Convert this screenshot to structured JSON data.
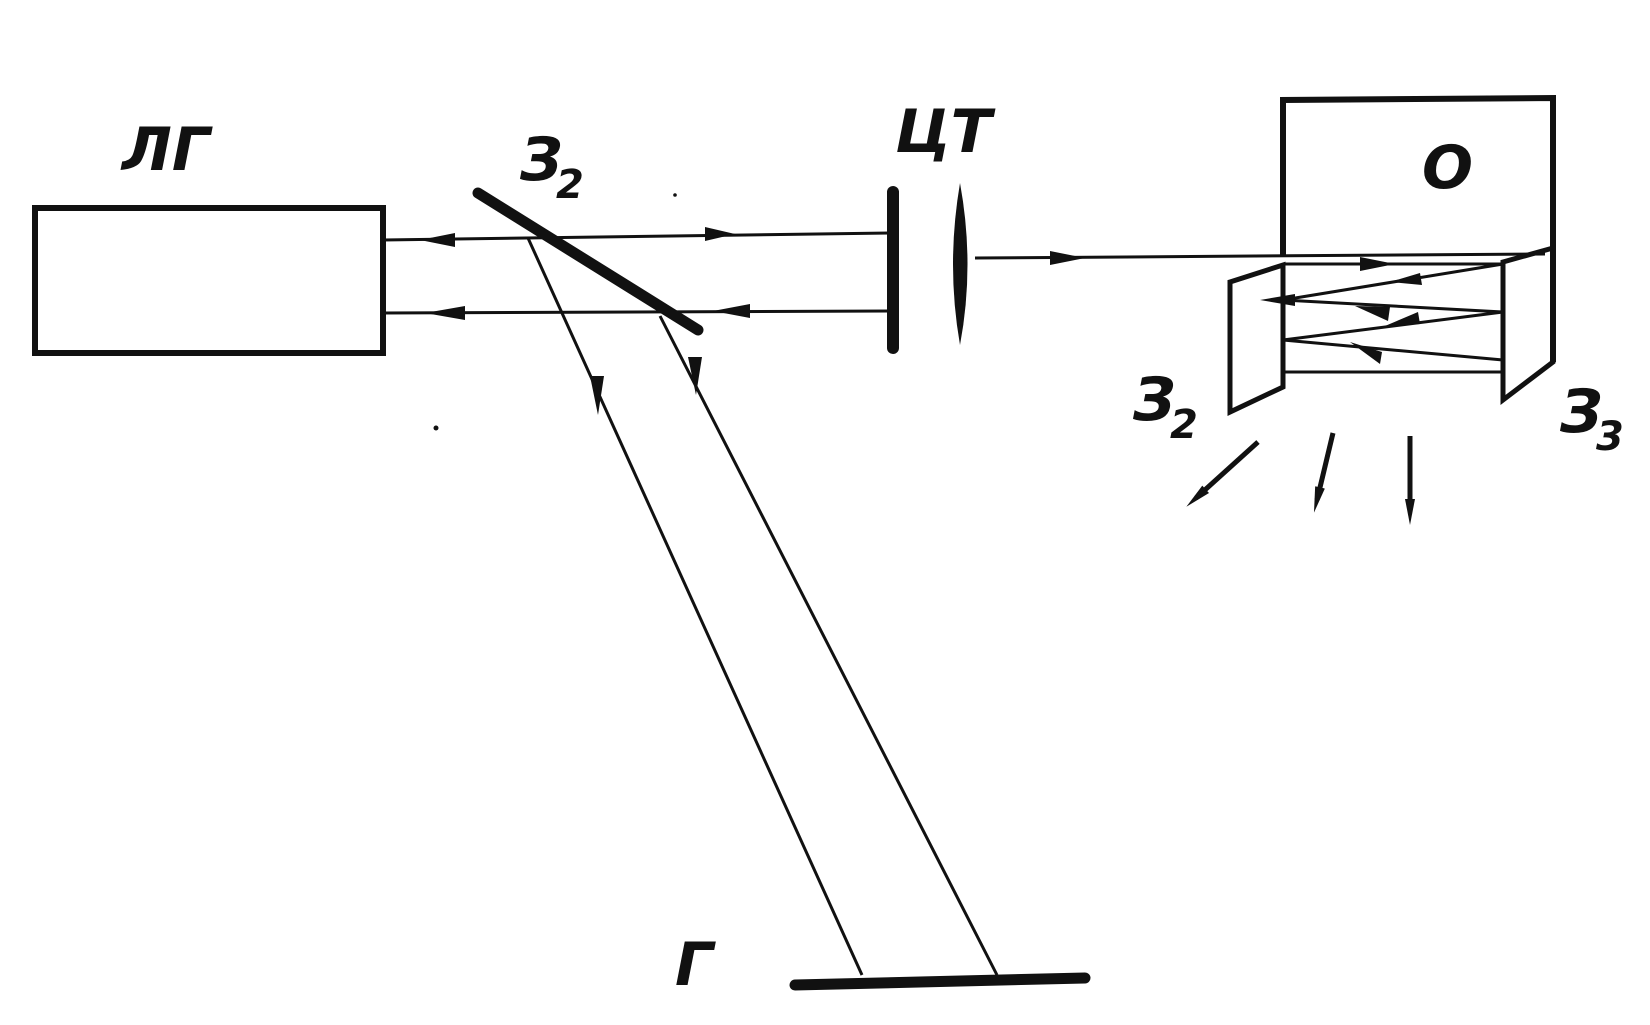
{
  "labels": {
    "laser": "ЛГ",
    "mirror_main": "З",
    "mirror_main_sub": "2",
    "telescope": "ЦТ",
    "object": "О",
    "mirror_left": "З",
    "mirror_left_sub": "2",
    "mirror_right": "З",
    "mirror_right_sub": "3",
    "hologram": "Г"
  },
  "colors": {
    "ink": "#111111",
    "background": "#ffffff"
  }
}
